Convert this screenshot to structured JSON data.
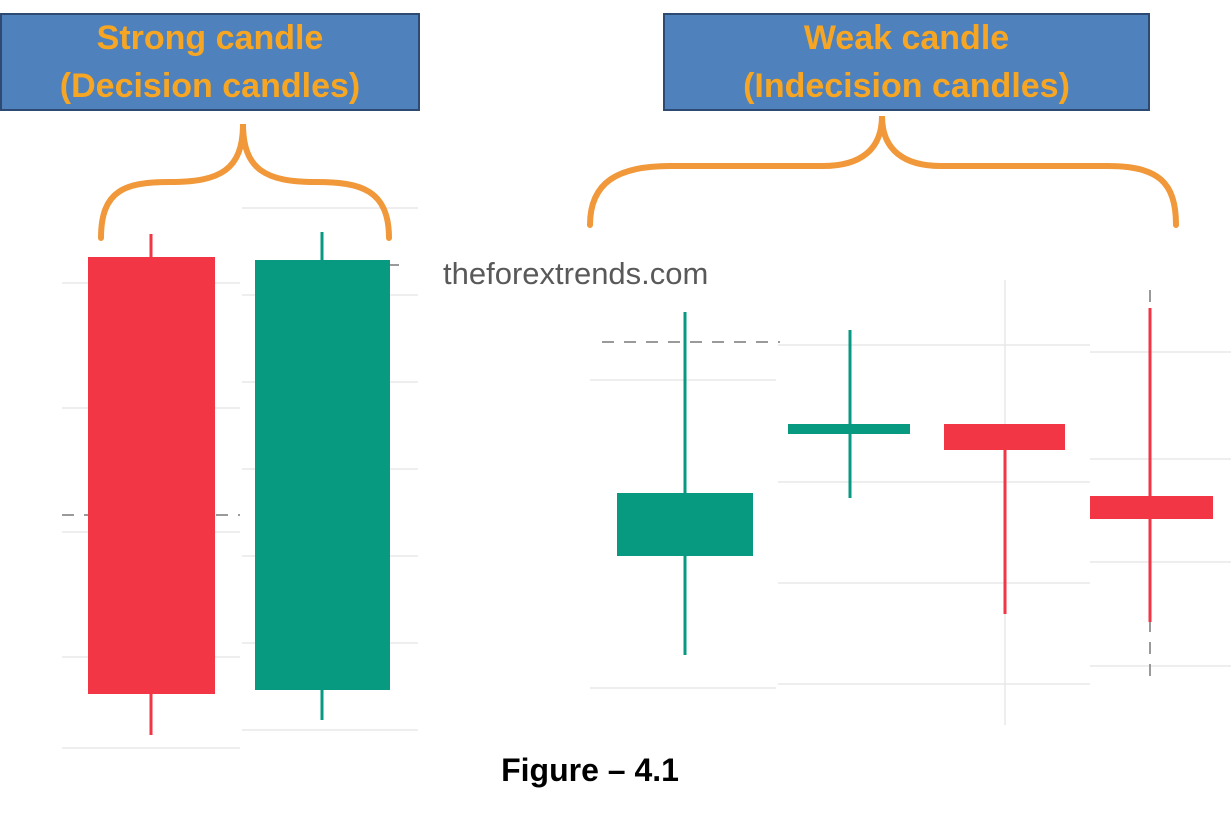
{
  "strong_label": {
    "line1": "Strong candle",
    "line2": "(Decision candles)"
  },
  "weak_label": {
    "line1": "Weak candle",
    "line2": "(Indecision candles)"
  },
  "watermark": "theforextrends.com",
  "caption": "Figure – 4.1",
  "colors": {
    "label_fill": "#4f81bd",
    "label_border": "#2c4a72",
    "label_text": "#f6a623",
    "brace": "#f0983a",
    "bullish": "#089981",
    "bearish": "#f23645",
    "grid": "#e6e6e6",
    "dashed": "#9a9a9a",
    "watermark": "#595959"
  }
}
